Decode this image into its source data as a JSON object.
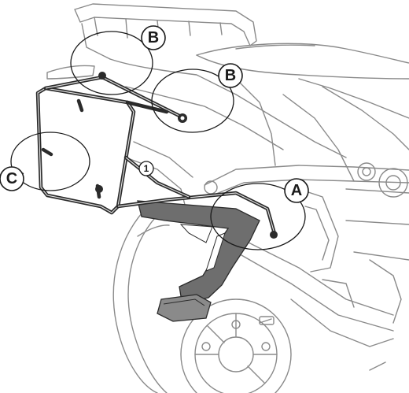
{
  "labels": {
    "a": "A",
    "b_top": "B",
    "b_right": "B",
    "c": "C",
    "step": "1"
  },
  "colors": {
    "frame": "#2b2b2b",
    "bracket": "#6e6e6e",
    "outline": "#8a8a8a",
    "callout": "#1a1a1a"
  },
  "icons": {
    "drawing": "motorcycle-side-case-frame-illustration"
  }
}
